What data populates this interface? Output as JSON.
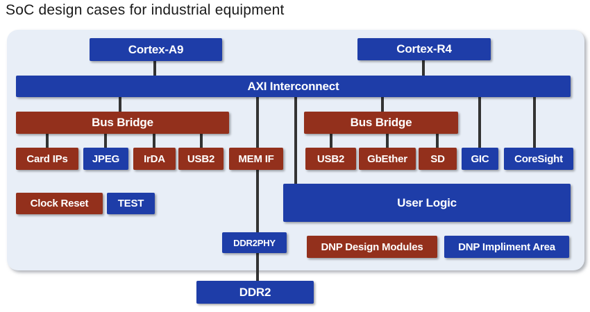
{
  "title": "SoC design cases for industrial equipment",
  "colors": {
    "blue": "#1e3da8",
    "red": "#93301c",
    "canvas": "#e8eef7",
    "connector": "#333333",
    "page_bg": "#ffffff",
    "title_text": "#1a1a1a",
    "box_text": "#ffffff"
  },
  "nodes": {
    "cortex_a9": {
      "label": "Cortex-A9",
      "color": "blue"
    },
    "cortex_r4": {
      "label": "Cortex-R4",
      "color": "blue"
    },
    "axi": {
      "label": "AXI Interconnect",
      "color": "blue"
    },
    "bus_bridge_left": {
      "label": "Bus Bridge",
      "color": "red"
    },
    "bus_bridge_right": {
      "label": "Bus Bridge",
      "color": "red"
    },
    "card_ips": {
      "label": "Card IPs",
      "color": "red"
    },
    "jpeg": {
      "label": "JPEG",
      "color": "blue"
    },
    "irda": {
      "label": "IrDA",
      "color": "red"
    },
    "usb2_left": {
      "label": "USB2",
      "color": "red"
    },
    "mem_if": {
      "label": "MEM IF",
      "color": "red"
    },
    "usb2_right": {
      "label": "USB2",
      "color": "red"
    },
    "gbether": {
      "label": "GbEther",
      "color": "red"
    },
    "sd": {
      "label": "SD",
      "color": "red"
    },
    "gic": {
      "label": "GIC",
      "color": "blue"
    },
    "coresight": {
      "label": "CoreSight",
      "color": "blue"
    },
    "clock_reset": {
      "label": "Clock Reset",
      "color": "red"
    },
    "test": {
      "label": "TEST",
      "color": "blue"
    },
    "user_logic": {
      "label": "User Logic",
      "color": "blue"
    },
    "ddr2phy": {
      "label": "DDR2PHY",
      "color": "blue"
    },
    "dnp_design_modules": {
      "label": "DNP Design Modules",
      "color": "red"
    },
    "dnp_impliment_area": {
      "label": "DNP Impliment Area",
      "color": "blue"
    },
    "ddr2": {
      "label": "DDR2",
      "color": "blue"
    }
  }
}
